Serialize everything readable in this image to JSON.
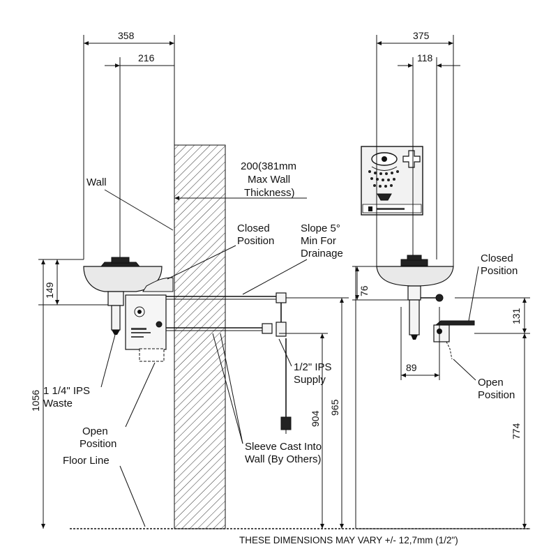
{
  "dimensions": {
    "side_width_total": "358",
    "side_width_bowl": "216",
    "front_width_total": "375",
    "front_width_center": "118",
    "bowl_height": "149",
    "front_bowl_depth": "76",
    "front_drain_offset": "89",
    "closed_to_open_height": "131",
    "overall_height": "1056",
    "supply_height_upper": "965",
    "supply_height_lower": "904",
    "open_position_height": "774"
  },
  "labels": {
    "wall": "Wall",
    "wall_thickness_line1": "200(381mm",
    "wall_thickness_line2": "Max Wall",
    "wall_thickness_line3": "Thickness)",
    "closed_position_line1": "Closed",
    "closed_position_line2": "Position",
    "slope_line1": "Slope 5°",
    "slope_line2": "Min For",
    "slope_line3": "Drainage",
    "waste_line1": "1 1/4\" IPS",
    "waste_line2": "Waste",
    "supply_line1": "1/2\" IPS",
    "supply_line2": "Supply",
    "open_position_line1": "Open",
    "open_position_line2": "Position",
    "floor_line": "Floor Line",
    "sleeve_line1": "Sleeve Cast Into",
    "sleeve_line2": "Wall (By Others)",
    "front_closed_line1": "Closed",
    "front_closed_line2": "Position",
    "front_open_line1": "Open",
    "front_open_line2": "Position"
  },
  "footnote": "THESE DIMENSIONS MAY VARY +/- 12,7mm (1/2\")",
  "icons": {
    "safety_sign": "eyewash-sign-icon",
    "first_aid_cross": "cross-icon"
  }
}
